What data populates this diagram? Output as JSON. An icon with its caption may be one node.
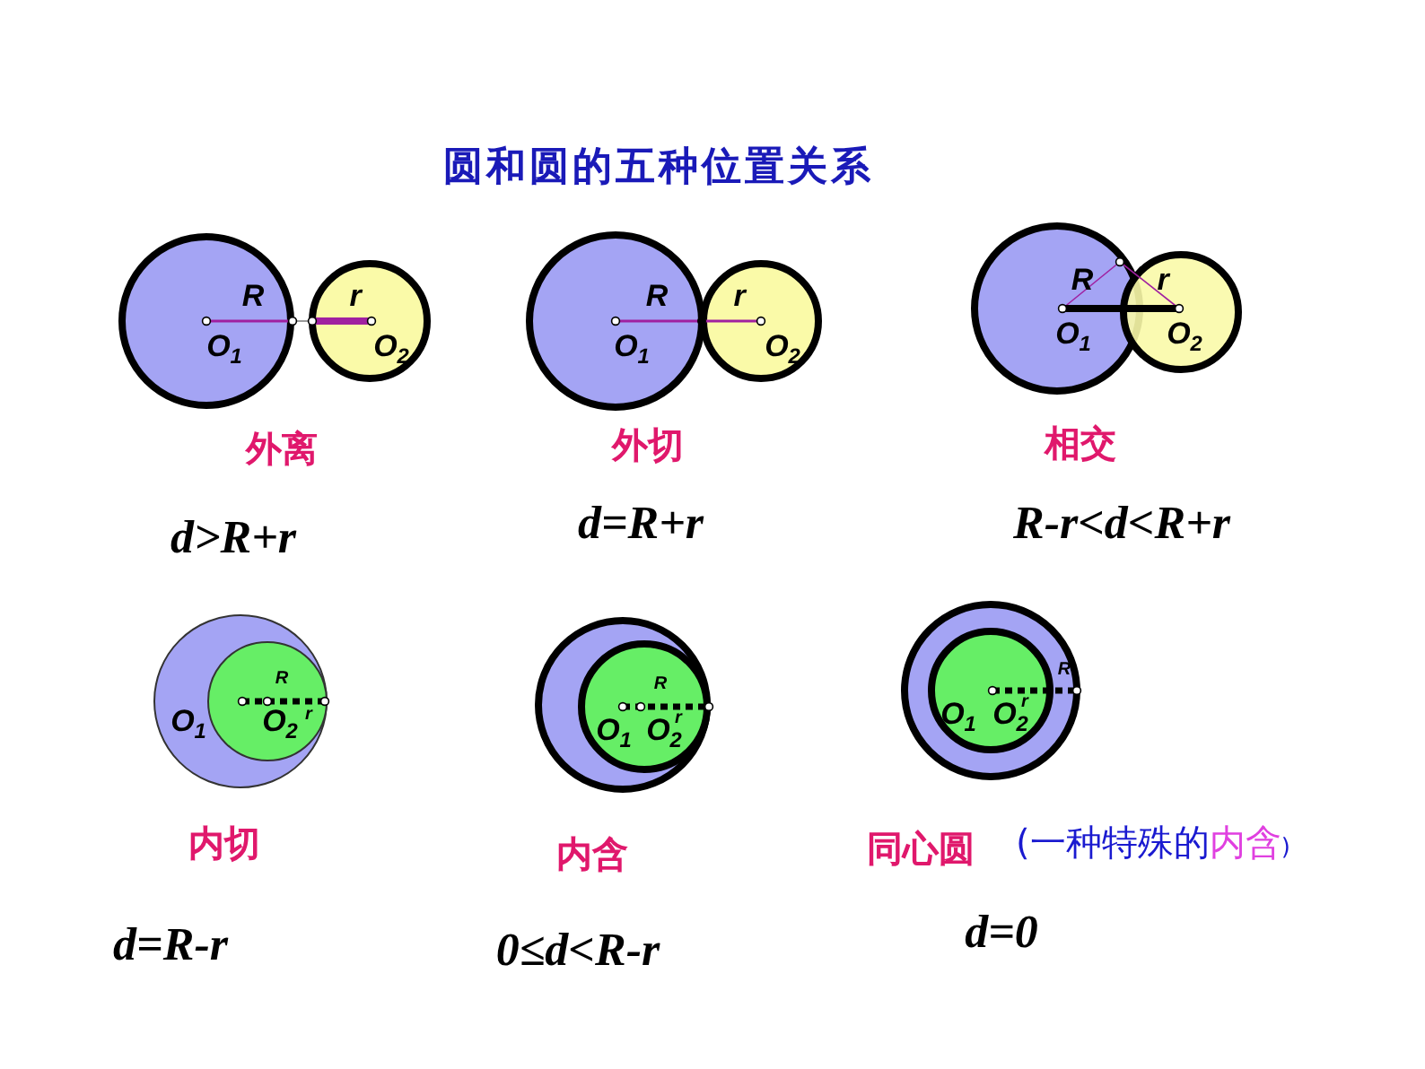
{
  "diagram": {
    "title": "圆和圆的五种位置关系",
    "labels": [
      "R",
      "r",
      "O$_{1}$",
      "O$_{2}$",
      "R",
      "r",
      "O$_{1}$",
      "O$_{2}$",
      "R",
      "r",
      "O$_{1}$",
      "O$_{2}$",
      "外离",
      "外切",
      "相交",
      "d>R+r",
      "d=R+r",
      "R-r<d<R+r",
      "R",
      "O$_{1}$",
      "O$_{2}$",
      "r",
      "R",
      "O$_{1}$",
      "O$_{2}$",
      "r",
      "R",
      "O$_{1}$",
      "O$_{2}$",
      "r",
      "内切",
      "内含",
      "同心圆",
      "(一种特殊的",
      "内含",
      ")",
      "d=R-r",
      "0≤d<R-r",
      "d=0"
    ]
  }
}
